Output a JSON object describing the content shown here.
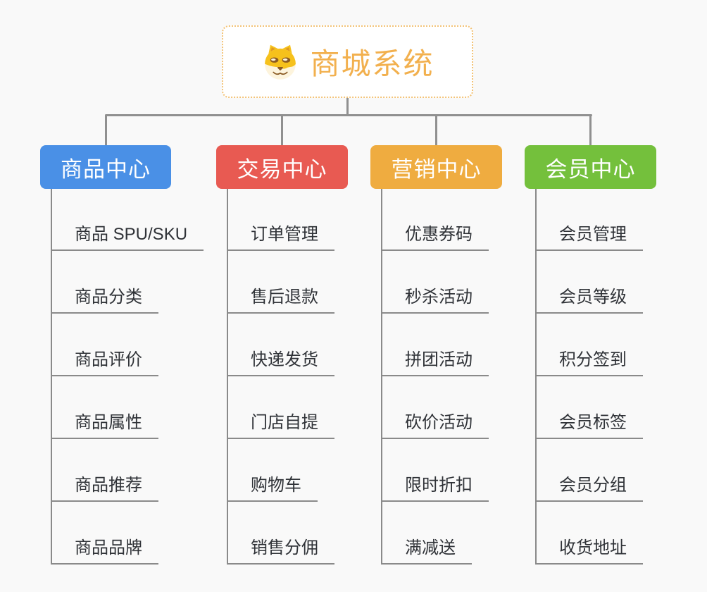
{
  "root": {
    "title": "商城系统",
    "icon": "shiba-dog-icon",
    "accent_color": "#f2b04e",
    "border_color": "#f3c377"
  },
  "connector_color": "#909090",
  "leaf_line_color": "#8a8a8a",
  "leaf_text_color": "#2f3237",
  "background_color": "#f9f9f9",
  "branches": [
    {
      "label": "商品中心",
      "color": "#4a90e6",
      "items": [
        "商品 SPU/SKU",
        "商品分类",
        "商品评价",
        "商品属性",
        "商品推荐",
        "商品品牌"
      ]
    },
    {
      "label": "交易中心",
      "color": "#e85a52",
      "items": [
        "订单管理",
        "售后退款",
        "快递发货",
        "门店自提",
        "购物车",
        "销售分佣"
      ]
    },
    {
      "label": "营销中心",
      "color": "#efac40",
      "items": [
        "优惠券码",
        "秒杀活动",
        "拼团活动",
        "砍价活动",
        "限时折扣",
        "满减送"
      ]
    },
    {
      "label": "会员中心",
      "color": "#74c03c",
      "items": [
        "会员管理",
        "会员等级",
        "积分签到",
        "会员标签",
        "会员分组",
        "收货地址"
      ]
    }
  ]
}
